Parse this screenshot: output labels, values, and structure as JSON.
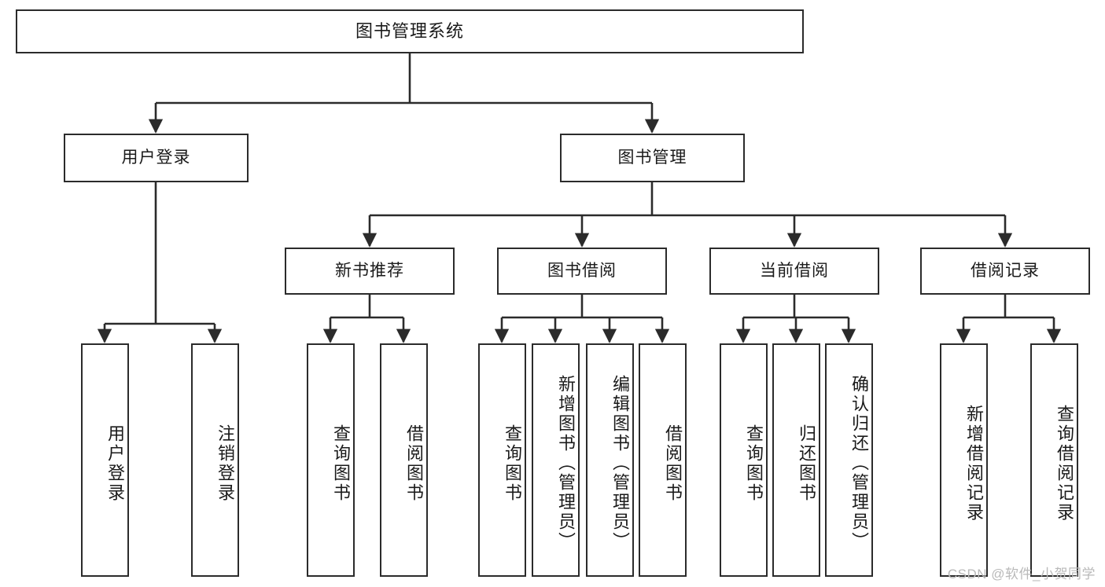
{
  "diagram": {
    "type": "tree",
    "title": "图书管理系统",
    "orientation": "top-down",
    "colors": {
      "box_border": "#2b2b2b",
      "box_fill": "#ffffff",
      "connector": "#2b2b2b",
      "text": "#1a1a1a",
      "watermark": "#b9b9b9"
    },
    "nodes": {
      "root": {
        "label": "图书管理系统"
      },
      "level2": [
        {
          "id": "user-login",
          "label": "用户登录"
        },
        {
          "id": "book-manage",
          "label": "图书管理"
        }
      ],
      "level3": [
        {
          "id": "new-book-recommend",
          "label": "新书推荐"
        },
        {
          "id": "book-borrow",
          "label": "图书借阅"
        },
        {
          "id": "current-borrow",
          "label": "当前借阅"
        },
        {
          "id": "borrow-record",
          "label": "借阅记录"
        }
      ],
      "leaves": {
        "user-login": [
          {
            "id": "leaf-user-login",
            "label": "用户登录"
          },
          {
            "id": "leaf-logout",
            "label": "注销登录"
          }
        ],
        "new-book-recommend": [
          {
            "id": "leaf-query-book-1",
            "label": "查询图书"
          },
          {
            "id": "leaf-borrow-book-1",
            "label": "借阅图书"
          }
        ],
        "book-borrow": [
          {
            "id": "leaf-query-book-2",
            "label": "查询图书"
          },
          {
            "id": "leaf-add-book",
            "label": "新增图书（管理员）"
          },
          {
            "id": "leaf-edit-book",
            "label": "编辑图书（管理员）"
          },
          {
            "id": "leaf-borrow-book-2",
            "label": "借阅图书"
          }
        ],
        "current-borrow": [
          {
            "id": "leaf-query-book-3",
            "label": "查询图书"
          },
          {
            "id": "leaf-return-book",
            "label": "归还图书"
          },
          {
            "id": "leaf-confirm-return",
            "label": "确认归还（管理员）"
          }
        ],
        "borrow-record": [
          {
            "id": "leaf-add-record",
            "label": "新增借阅记录"
          },
          {
            "id": "leaf-query-record",
            "label": "查询借阅记录"
          }
        ]
      }
    },
    "watermark": "CSDN @软件_小贺同学"
  }
}
